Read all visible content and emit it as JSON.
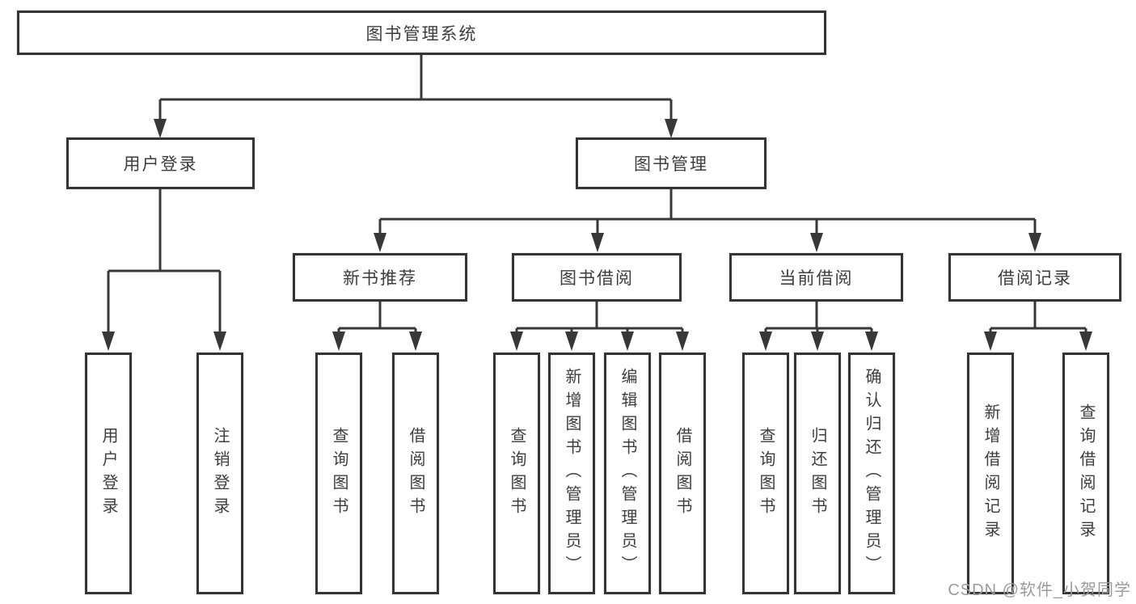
{
  "tree": {
    "root": {
      "label": "图书管理系统",
      "children": [
        {
          "label": "用户登录",
          "children": [
            {
              "label": "用户登录"
            },
            {
              "label": "注销登录"
            }
          ]
        },
        {
          "label": "图书管理",
          "children": [
            {
              "label": "新书推荐",
              "children": [
                {
                  "label": "查询图书"
                },
                {
                  "label": "借阅图书"
                }
              ]
            },
            {
              "label": "图书借阅",
              "children": [
                {
                  "label": "查询图书"
                },
                {
                  "label": "新增图书（管理员）"
                },
                {
                  "label": "编辑图书（管理员）"
                },
                {
                  "label": "借阅图书"
                }
              ]
            },
            {
              "label": "当前借阅",
              "children": [
                {
                  "label": "查询图书"
                },
                {
                  "label": "归还图书"
                },
                {
                  "label": "确认归还（管理员）"
                }
              ]
            },
            {
              "label": "借阅记录",
              "children": [
                {
                  "label": "新增借阅记录"
                },
                {
                  "label": "查询借阅记录"
                }
              ]
            }
          ]
        }
      ]
    }
  },
  "watermark": {
    "text": "CSDN @软件_小贺同学"
  },
  "colors": {
    "line": "#383838",
    "box_border": "#343434",
    "text": "#3d3d3d",
    "watermark": "#9b9b9b",
    "background": "#ffffff"
  }
}
